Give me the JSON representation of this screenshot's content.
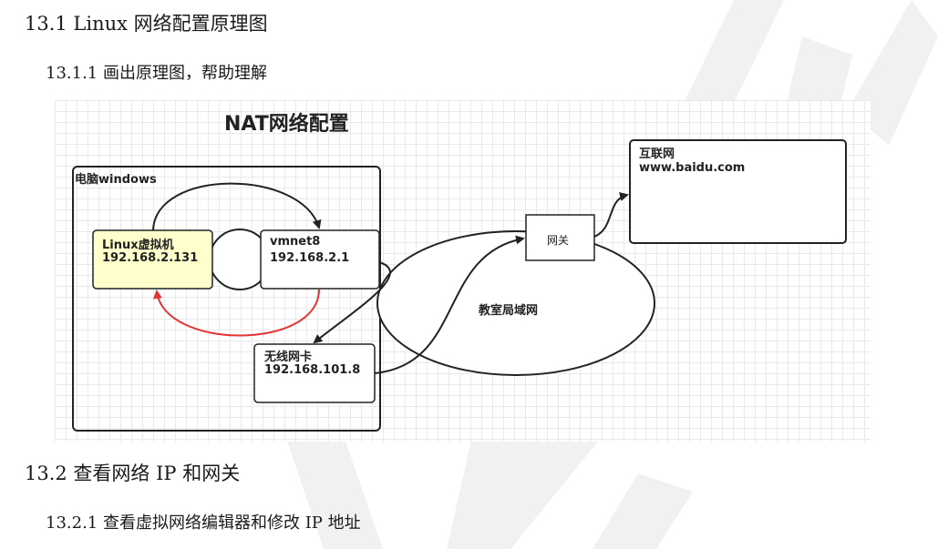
{
  "headings": {
    "section_13_1": "13.1  Linux 网络配置原理图",
    "section_13_1_1": "13.1.1   画出原理图，帮助理解",
    "section_13_2": "13.2  查看网络 IP 和网关",
    "section_13_2_1": "13.2.1   查看虚拟网络编辑器和修改 IP 地址"
  },
  "diagram": {
    "title": "NAT网络配置",
    "computer_label": "电脑windows",
    "linux_vm": {
      "name": "Linux虚拟机",
      "ip": "192.168.2.131"
    },
    "vmnet8": {
      "name": "vmnet8",
      "ip": "192.168.2.1"
    },
    "wireless_card": {
      "name": "无线网卡",
      "ip": "192.168.101.8"
    },
    "lan_label": "教室局域网",
    "gateway_label": "网关",
    "internet": {
      "name": "互联网",
      "url": "www.baidu.com"
    },
    "colors": {
      "linux_box_fill": "#ffffcc",
      "return_arrow": "#e53333",
      "stroke": "#222222",
      "watermark": "#f0f0f0"
    }
  }
}
